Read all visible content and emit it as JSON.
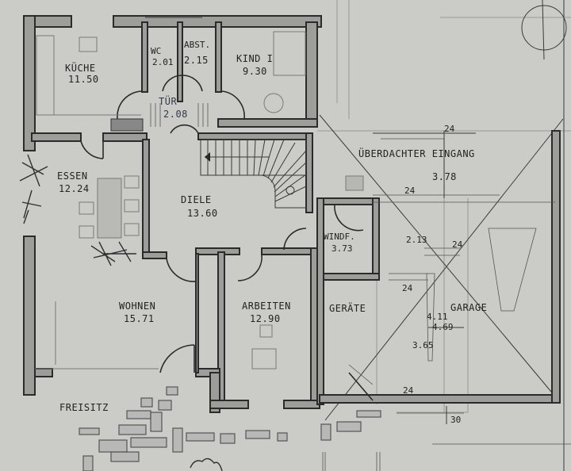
{
  "drawing": {
    "type": "floor-plan",
    "paper_color": "#cbcbc8",
    "ink_color": "#262626",
    "wall_fill": "#9d9d9a"
  },
  "rooms": [
    {
      "id": "kueche",
      "name": "KÜCHE",
      "area": "11.50"
    },
    {
      "id": "wc",
      "name": "WC",
      "area": "2.01"
    },
    {
      "id": "abst",
      "name": "ABST.",
      "area": "2.15"
    },
    {
      "id": "kind1",
      "name": "KIND I",
      "area": "9.30"
    },
    {
      "id": "tuer",
      "name": "TÜR",
      "area": "2.08"
    },
    {
      "id": "essen",
      "name": "ESSEN",
      "area": "12.24"
    },
    {
      "id": "diele",
      "name": "DIELE",
      "area": "13.60"
    },
    {
      "id": "windf",
      "name": "WINDF.",
      "area": "3.73"
    },
    {
      "id": "wohnen",
      "name": "WOHNEN",
      "area": "15.71"
    },
    {
      "id": "arbeiten",
      "name": "ARBEITEN",
      "area": "12.90"
    },
    {
      "id": "geraete",
      "name": "GERÄTE",
      "area": ""
    },
    {
      "id": "garage",
      "name": "GARAGE",
      "area": "4.69",
      "area_struck": "4.11"
    },
    {
      "id": "eingang",
      "name": "ÜBERDACHTER EINGANG",
      "area": "3.78"
    }
  ],
  "outdoor": {
    "freisitz": "FREISITZ"
  },
  "dimensions": {
    "d24_top": "24",
    "d24_left": "24",
    "d213": "2.13",
    "d24_mid": "24",
    "d24_low": "24",
    "d365": "3.65",
    "d24_bottom": "24",
    "d30": "30"
  }
}
